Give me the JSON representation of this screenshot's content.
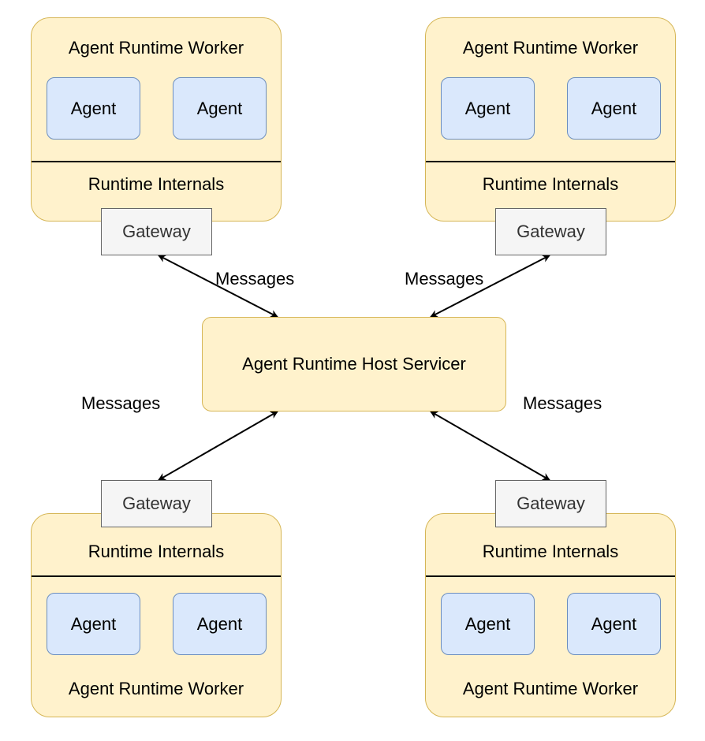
{
  "colors": {
    "worker_fill": "#fff2cc",
    "worker_border": "#d6b656",
    "agent_fill": "#dae8fc",
    "agent_border": "#6c8ebf",
    "gateway_fill": "#f5f5f5",
    "gateway_border": "#666666",
    "edge": "#000000"
  },
  "host": {
    "label": "Agent Runtime Host Servicer"
  },
  "workers": [
    {
      "title": "Agent Runtime Worker",
      "internals": "Runtime Internals",
      "agents": [
        "Agent",
        "Agent"
      ],
      "gateway": "Gateway",
      "message_label": "Messages"
    },
    {
      "title": "Agent Runtime Worker",
      "internals": "Runtime Internals",
      "agents": [
        "Agent",
        "Agent"
      ],
      "gateway": "Gateway",
      "message_label": "Messages"
    },
    {
      "title": "Agent Runtime Worker",
      "internals": "Runtime Internals",
      "agents": [
        "Agent",
        "Agent"
      ],
      "gateway": "Gateway",
      "message_label": "Messages"
    },
    {
      "title": "Agent Runtime Worker",
      "internals": "Runtime Internals",
      "agents": [
        "Agent",
        "Agent"
      ],
      "gateway": "Gateway",
      "message_label": "Messages"
    }
  ]
}
